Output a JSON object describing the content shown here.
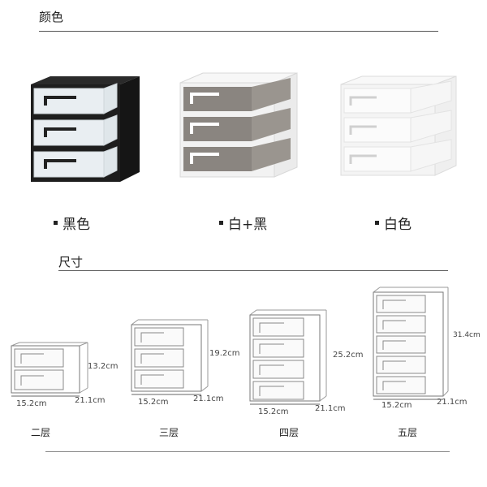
{
  "color_section": {
    "title": "颜色",
    "options": [
      {
        "label": "黑色",
        "frame_color": "#1e1e1e",
        "drawer_tint": "#e9eef2"
      },
      {
        "label": "白+黑",
        "frame_color": "#f2f2f2",
        "drawer_tint": "#8a8580"
      },
      {
        "label": "白色",
        "frame_color": "#f4f4f4",
        "drawer_tint": "#fbfbfb"
      }
    ]
  },
  "size_section": {
    "title": "尺寸",
    "models": [
      {
        "tier": "二层",
        "width": "15.2cm",
        "depth": "21.1cm",
        "height": "13.2cm",
        "drawers": 2
      },
      {
        "tier": "三层",
        "width": "15.2cm",
        "depth": "21.1cm",
        "height": "19.2cm",
        "drawers": 3
      },
      {
        "tier": "四层",
        "width": "15.2cm",
        "depth": "21.1cm",
        "height": "25.2cm",
        "drawers": 4
      },
      {
        "tier": "五层",
        "width": "15.2cm",
        "depth": "21.1cm",
        "height": "31.4cm",
        "drawers": 5
      }
    ]
  }
}
